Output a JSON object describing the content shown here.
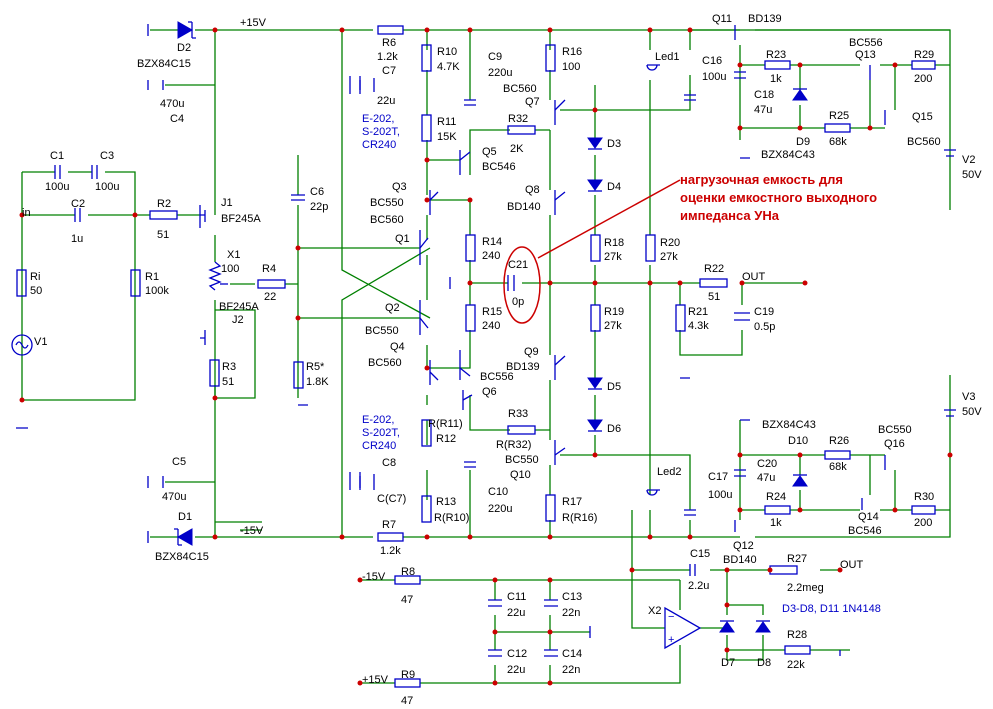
{
  "labels": {
    "D2": "D2",
    "D2_model": "BZX84C15",
    "p15v": "+15V",
    "C4_val": "470u",
    "C4": "C4",
    "R6": "R6",
    "R6_val": "1.2k",
    "C7": "C7",
    "C7_val": "22u",
    "R10": "R10",
    "R10_val": "4.7K",
    "C9": "C9",
    "C9_val": "220u",
    "R16": "R16",
    "R16_val": "100",
    "Led1": "Led1",
    "C16": "C16",
    "C16_val": "100u",
    "Q11": "Q11",
    "Q11_model": "BD139",
    "R23": "R23",
    "R23_val": "1k",
    "BC556a": "BC556",
    "Q13": "Q13",
    "R29": "R29",
    "R29_val": "200",
    "C18": "C18",
    "C18_val": "47u",
    "R25": "R25",
    "R25_val": "68k",
    "Q15": "Q15",
    "BC560d": "BC560",
    "D9": "D9",
    "D9_model": "BZX84C43",
    "V2": "V2",
    "V2_val": "50V",
    "C1": "C1",
    "C1_val": "100u",
    "C3": "C3",
    "C3_val": "100u",
    "in": "in",
    "C2": "C2",
    "C2_val": "1u",
    "R2": "R2",
    "R2_val": "51",
    "J1": "J1",
    "J1_model": "BF245A",
    "Ri": "Ri",
    "Ri_val": "50",
    "R1": "R1",
    "R1_val": "100k",
    "V1": "V1",
    "X1": "X1",
    "X1_val": "100",
    "R4": "R4",
    "R4_val": "22",
    "J2": "J2",
    "J2_model": "BF245A",
    "R3": "R3",
    "R3_val": "51",
    "C6": "C6",
    "C6_val": "22p",
    "R5": "R5*",
    "R5_val": "1.8K",
    "E202a": "E-202,",
    "S202Ta": "S-202T,",
    "CR240a": "CR240",
    "R11": "R11",
    "R11_val": "15K",
    "R32": "R32",
    "R32_val": "2K",
    "BC560a": "BC560",
    "Q7": "Q7",
    "Q5": "Q5",
    "BC546a": "BC546",
    "D3": "D3",
    "D4": "D4",
    "Q3": "Q3",
    "BC550a": "BC550",
    "BC560b": "BC560",
    "Q8": "Q8",
    "BD140a": "BD140",
    "Q1": "Q1",
    "R14": "R14",
    "R14_val": "240",
    "R18": "R18",
    "R18_val": "27k",
    "R20": "R20",
    "R20_val": "27k",
    "C21": "C21",
    "C21_val": "0p",
    "R22": "R22",
    "R22_val": "51",
    "OUT1": "OUT",
    "Q2": "Q2",
    "BC550b": "BC550",
    "R15": "R15",
    "R15_val": "240",
    "R21": "R21",
    "R21_val": "4.3k",
    "C19": "C19",
    "C19_val": "0.5p",
    "Q4": "Q4",
    "BC560c": "BC560",
    "R19": "R19",
    "R19_val": "27k",
    "Q9": "Q9",
    "BD139b": "BD139",
    "BC556b": "BC556",
    "Q6": "Q6",
    "D5": "D5",
    "V3": "V3",
    "V3_val": "50V",
    "E202b": "E-202,",
    "S202Tb": "S-202T,",
    "CR240b": "CR240",
    "R12a": "R(R11)",
    "R12": "R12",
    "R33": "R33",
    "R33_val": "R(R32)",
    "D6": "D6",
    "BZX84C43b": "BZX84C43",
    "D10": "D10",
    "R26": "R26",
    "R26_val": "68k",
    "BC550c": "BC550",
    "Q16": "Q16",
    "BC550d": "BC550",
    "Q10": "Q10",
    "C8": "C8",
    "C8_val": "C(C7)",
    "C10": "C10",
    "C10_val": "220u",
    "Led2": "Led2",
    "C17": "C17",
    "C17_val": "100u",
    "C20": "C20",
    "C20_val": "47u",
    "R24": "R24",
    "R24_val": "1k",
    "Q14": "Q14",
    "BC546b": "BC546",
    "R30": "R30",
    "R30_val": "200",
    "C5": "C5",
    "C5_val": "470u",
    "R13": "R13",
    "R13_val": "R(R10)",
    "R17": "R17",
    "R17_val": "R(R16)",
    "Q12": "Q12",
    "BD140b": "BD140",
    "D1": "D1",
    "D1_model": "BZX84C15",
    "m15v": "-15V",
    "R7": "R7",
    "R7_val": "1.2k",
    "C15": "C15",
    "C15_val": "2.2u",
    "R27": "R27",
    "R27_val": "2.2meg",
    "OUT2": "OUT",
    "m15v_b": "-15V",
    "R8": "R8",
    "R8_val": "47",
    "C11": "C11",
    "C11_val": "22u",
    "C13": "C13",
    "C13_val": "22n",
    "X2": "X2",
    "D3D8": "D3-D8, D11 1N4148",
    "C12": "C12",
    "C12_val": "22u",
    "C14": "C14",
    "C14_val": "22n",
    "D7": "D7",
    "D8": "D8",
    "R28": "R28",
    "R28_val": "22k",
    "p15v_b": "+15V",
    "R9": "R9",
    "R9_val": "47"
  },
  "annotation": {
    "line1": "нагрузочная емкость для",
    "line2": "оценки емкостного выходного",
    "line3": "импеданса УНа"
  },
  "colors": {
    "wire": "#008000",
    "component": "#0000c8",
    "junction": "#cc0000",
    "annotation": "#cc0000"
  }
}
